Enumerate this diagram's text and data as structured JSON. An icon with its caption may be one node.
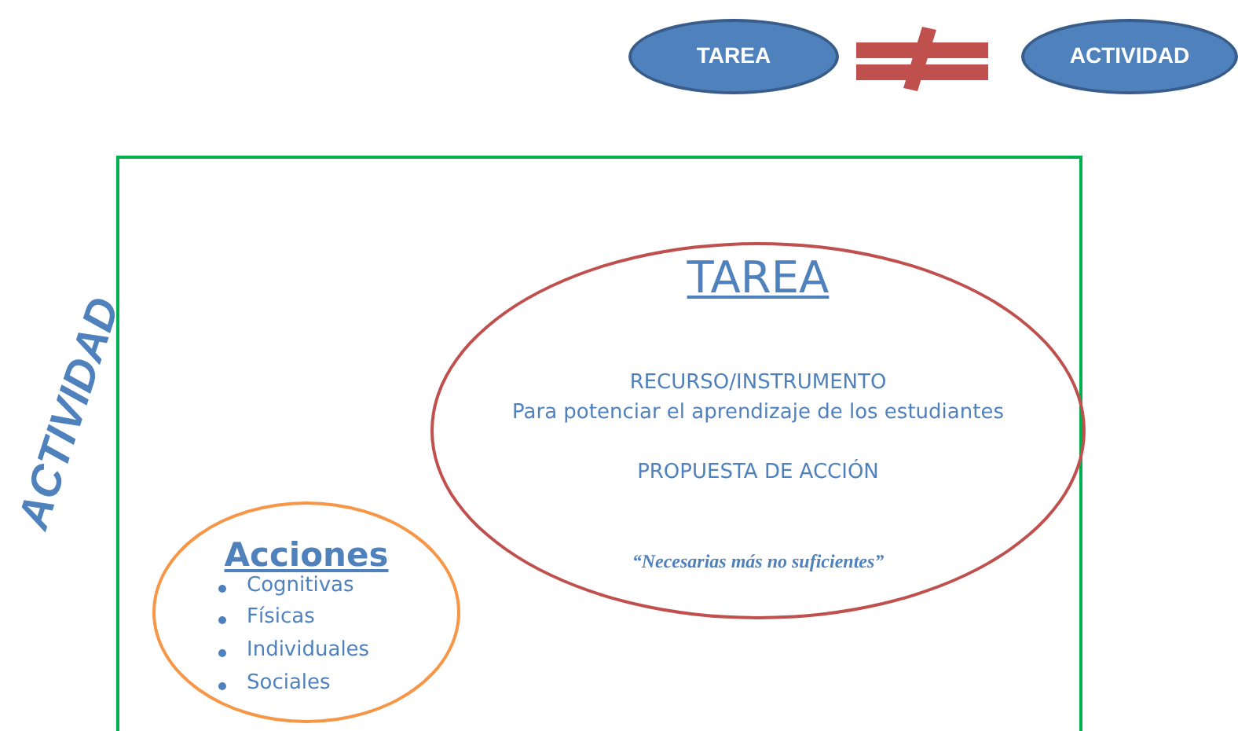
{
  "diagram": {
    "nodes": [
      {
        "text": [
          "TAREA"
        ]
      },
      {
        "text": [
          "ACTIVIDAD"
        ]
      },
      {
        "text": [
          "ACTIVIDAD"
        ]
      },
      {
        "text": [
          "TAREA",
          "RECURSO/INSTRUMENTO",
          "Para potenciar el aprendizaje de los estudiantes",
          "PROPUESTA DE ACCIÓN",
          "“Necesarias más no suficientes”"
        ],
        "in": 2
      },
      {
        "text": [
          "Acciones",
          "Cognitivas",
          "Físicas",
          "Individuales",
          "Sociales"
        ],
        "in": 2
      }
    ]
  }
}
